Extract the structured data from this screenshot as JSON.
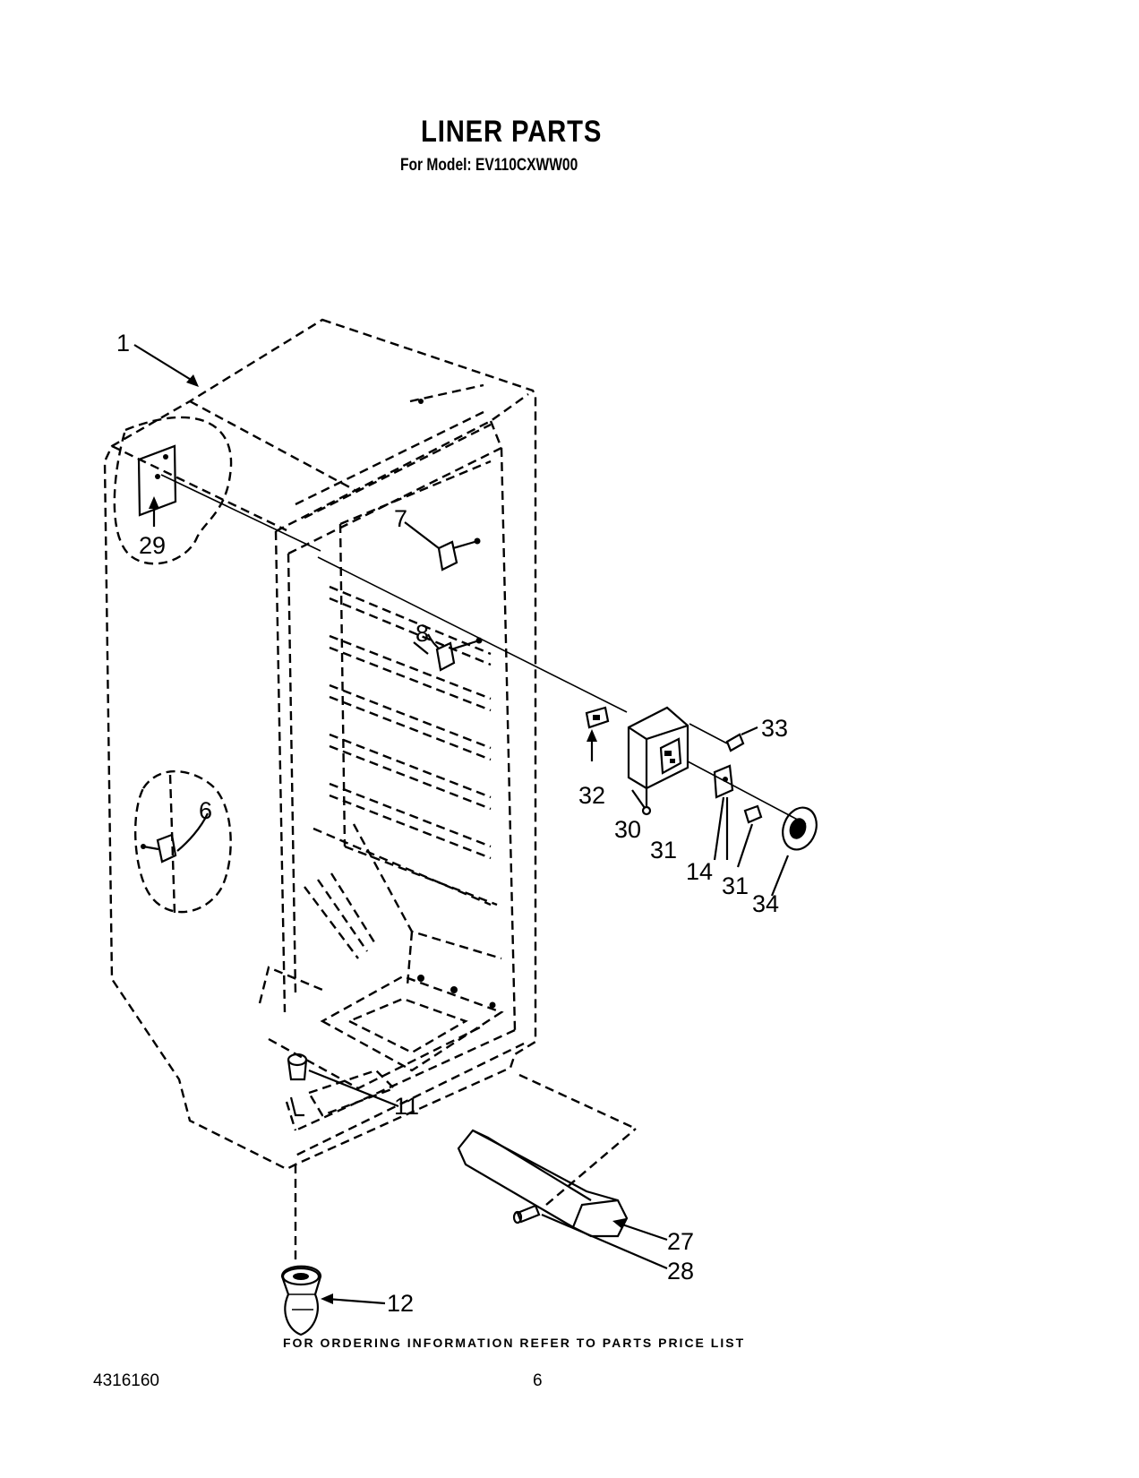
{
  "header": {
    "title": "LINER PARTS",
    "subtitle": "For Model: EV110CXWW00"
  },
  "callouts": [
    "1",
    "29",
    "7",
    "8",
    "6",
    "33",
    "32",
    "30",
    "31",
    "14",
    "31",
    "34",
    "11",
    "27",
    "28",
    "12"
  ],
  "footer": {
    "ordering_note": "FOR ORDERING INFORMATION REFER TO PARTS PRICE LIST",
    "doc_number": "4316160",
    "page_number": "6"
  }
}
